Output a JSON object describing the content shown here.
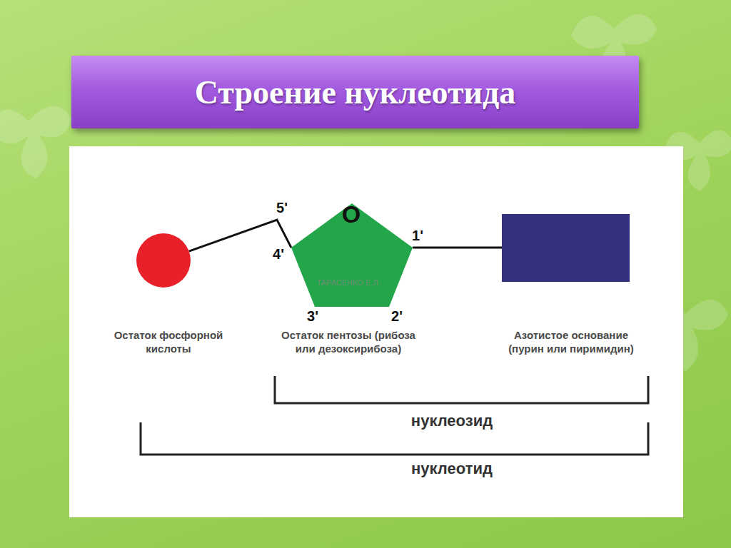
{
  "diagram": {
    "title": "Строение нуклеотида",
    "nodes": [
      {
        "text": [
          "Остаток фосфорной кислоты"
        ]
      },
      {
        "text": [
          "Остаток пентозы (рибоза или дезоксирибоза)"
        ]
      },
      {
        "text": [
          "Азотистое основание (пурин или пиримидин)"
        ]
      }
    ],
    "edges": [
      {
        "from": 0,
        "to": 1,
        "arrow": "none"
      },
      {
        "from": 1,
        "to": 2,
        "arrow": "none"
      }
    ],
    "labels": [
      "5'",
      "O",
      "1'",
      "4'",
      "3'",
      "2'",
      "ТАРАСЕНКО Е.Л.",
      "нуклеозид",
      "нуклеотид"
    ]
  }
}
